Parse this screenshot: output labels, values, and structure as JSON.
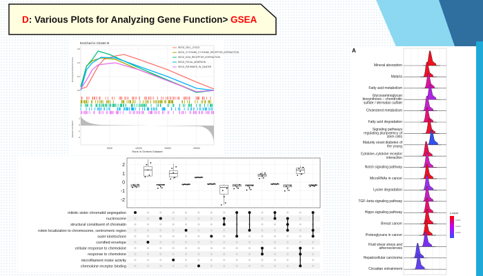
{
  "slide": {
    "title_prefix": "D",
    "title_main": ": Various Plots for Analyzing Gene Function> ",
    "title_highlight": "GSEA",
    "accent_color": "#ff0000"
  },
  "chart_data": [
    {
      "type": "line",
      "title": "Enriched in Cluster B",
      "xlabel": "Rank in Ordered Dataset",
      "ylabel": "Running Enrichment Score",
      "ylabel2": "Ranked List Metric",
      "xlim": [
        0,
        23000
      ],
      "ylim": [
        -0.05,
        0.6
      ],
      "xticks": [
        "5000",
        "10000",
        "15000",
        "20000"
      ],
      "yticks": [
        "0.6",
        "0.4",
        "0.2",
        "0.0"
      ],
      "yticks2": [
        "1",
        "0",
        "-1",
        "-2"
      ],
      "series": [
        {
          "name": "KEGG_CELL_CYCLE",
          "color": "#F8766D",
          "x": [
            0,
            1000,
            2000,
            3000,
            4000,
            6000,
            7500,
            10000,
            15000,
            20000,
            23000
          ],
          "y": [
            0.02,
            0.05,
            0.2,
            0.35,
            0.45,
            0.5,
            0.52,
            0.45,
            0.3,
            0.12,
            0.02
          ]
        },
        {
          "name": "KEGG_CYTOKINE_CYTOKINE_RECEPTOR_INTERACTION",
          "color": "#A3A500",
          "x": [
            0,
            1000,
            2000,
            3500,
            6000,
            10000,
            15000,
            20000,
            23000
          ],
          "y": [
            0.05,
            0.35,
            0.43,
            0.47,
            0.45,
            0.3,
            0.15,
            -0.02,
            0
          ]
        },
        {
          "name": "KEGG_ECM_RECEPTOR_INTERACTION",
          "color": "#00BF7D",
          "x": [
            0,
            1000,
            2000,
            3000,
            5000,
            10000,
            15000,
            20000,
            23000
          ],
          "y": [
            0.05,
            0.35,
            0.45,
            0.57,
            0.52,
            0.33,
            0.15,
            -0.03,
            0
          ]
        },
        {
          "name": "KEGG_FOCAL_ADHESION",
          "color": "#00B0F6",
          "x": [
            0,
            1000,
            2000,
            3500,
            6000,
            10000,
            15000,
            20000,
            23000
          ],
          "y": [
            0,
            0.3,
            0.4,
            0.48,
            0.47,
            0.35,
            0.2,
            0.03,
            0
          ]
        },
        {
          "name": "KEGG_PATHWAYS_IN_CANCER",
          "color": "#E76BF3",
          "x": [
            0,
            1000,
            2000,
            3000,
            6000,
            10000,
            15000,
            20000,
            23000
          ],
          "y": [
            0.02,
            0.15,
            0.3,
            0.37,
            0.4,
            0.3,
            0.14,
            -0.02,
            0
          ]
        }
      ]
    },
    {
      "type": "box",
      "yticks": [
        "2",
        "1",
        "0",
        "-1",
        "-2"
      ],
      "ylim": [
        -2.8,
        2.6
      ],
      "sets": [
        "mitotic sister chromatid segregation",
        "nucleosome",
        "structural constituent of chromatin",
        "rotein localization to chromosome, centromeric region",
        "outer kinetochore",
        "cornified envelope",
        "cellular response to chemokine",
        "response to chemokine",
        "microfilament motor activity",
        "chemokine receptor binding"
      ],
      "columns": [
        {
          "members": [
            0
          ],
          "q1": -0.55,
          "median": -0.4,
          "q3": -0.25,
          "min": -0.6,
          "max": -0.2
        },
        {
          "members": [
            5
          ],
          "q1": 0.7,
          "median": 1.4,
          "q3": 1.8,
          "min": 0.6,
          "max": 2.6
        },
        {
          "members": [
            1
          ],
          "q1": -0.35,
          "median": -0.3,
          "q3": -0.25,
          "min": -0.7,
          "max": -0.2
        },
        {
          "members": [
            8
          ],
          "q1": 0.6,
          "median": 1.0,
          "q3": 1.3,
          "min": 0.35,
          "max": 2.1
        },
        {
          "members": [
            3
          ],
          "q1": -0.28,
          "median": -0.25,
          "q3": -0.22,
          "min": -0.3,
          "max": -0.2
        },
        {
          "members": [
            9
          ],
          "q1": 0.52,
          "median": 0.55,
          "q3": 0.58,
          "min": 0.5,
          "max": 0.6
        },
        {
          "members": [
            4
          ],
          "q1": -0.22,
          "median": -0.2,
          "q3": -0.18,
          "min": -0.25,
          "max": -0.15
        },
        {
          "members": [
            1,
            2
          ],
          "q1": -1.35,
          "median": -0.6,
          "q3": -0.35,
          "min": -2.6,
          "max": -0.25
        },
        {
          "members": [
            0,
            4
          ],
          "q1": -0.5,
          "median": -0.35,
          "q3": -0.25,
          "min": -0.75,
          "max": -0.2
        },
        {
          "members": [
            0,
            3
          ],
          "q1": -0.42,
          "median": -0.35,
          "q3": -0.3,
          "min": -0.9,
          "max": -0.25
        },
        {
          "members": [
            6,
            7
          ],
          "q1": 0.65,
          "median": 0.8,
          "q3": 0.9,
          "min": 0.4,
          "max": 1.2
        },
        {
          "members": [
            0,
            1
          ],
          "q1": -0.22,
          "median": -0.2,
          "q3": -0.18,
          "min": -0.25,
          "max": -0.15
        },
        {
          "members": [
            1,
            2,
            3
          ],
          "q1": -0.55,
          "median": -0.4,
          "q3": -0.3,
          "min": -1.0,
          "max": -0.25
        },
        {
          "members": [
            6,
            7,
            9
          ],
          "q1": 1.0,
          "median": 1.4,
          "q3": 1.6,
          "min": 0.8,
          "max": 1.9
        },
        {
          "members": [
            0,
            3,
            4
          ],
          "q1": -0.4,
          "median": -0.35,
          "q3": -0.3,
          "min": -0.5,
          "max": -0.25
        }
      ]
    },
    {
      "type": "ridge",
      "panel_label": "A",
      "legend_title": "p.adjust",
      "legend_ticks": [
        "0.001",
        "0.002",
        "0.003"
      ],
      "pathways": [
        {
          "name": "Mineral absorption",
          "color": "#f01020",
          "peak": 0.62
        },
        {
          "name": "Malaria",
          "color": "#f01028",
          "peak": 0.55
        },
        {
          "name": "Fatty acid metabolism",
          "color": "#e010a0",
          "peak": 0.58
        },
        {
          "name": "Glycosaminoglycan biosynthesis – chondroitin sulfate / dermatan sulfate",
          "color": "#b020e8",
          "peak": 0.62
        },
        {
          "name": "Cholesterol metabolism",
          "color": "#c820d0",
          "peak": 0.55
        },
        {
          "name": "Fatty acid degradation",
          "color": "#e8107a",
          "peak": 0.55
        },
        {
          "name": "Signaling pathways regulating pluripotency of stem cells",
          "color": "#f01030",
          "peak": 0.6
        },
        {
          "name": "Maturity onset diabetes of the young",
          "color": "#3050f0",
          "peak": 0.66
        },
        {
          "name": "Cytokine–cytokine receptor interaction",
          "color": "#e81050",
          "peak": 0.53
        },
        {
          "name": "Notch signaling pathway",
          "color": "#d020c0",
          "peak": 0.55
        },
        {
          "name": "MicroRNAs in cancer",
          "color": "#f01020",
          "peak": 0.55
        },
        {
          "name": "Lysine degradation",
          "color": "#9a30f0",
          "peak": 0.55
        },
        {
          "name": "TGF–beta signaling pathway",
          "color": "#c820c0",
          "peak": 0.55
        },
        {
          "name": "Hippo signaling pathway",
          "color": "#e81070",
          "peak": 0.55
        },
        {
          "name": "Breast cancer",
          "color": "#f01030",
          "peak": 0.55
        },
        {
          "name": "Proteoglycans in cancer",
          "color": "#f01020",
          "peak": 0.53
        },
        {
          "name": "Fluid shear stress and atherosclerosis",
          "color": "#7a30f0",
          "peak": 0.52
        },
        {
          "name": "Hepatocellular carcinoma",
          "color": "#5a40f0",
          "peak": 0.33
        },
        {
          "name": "Circadian entrainment",
          "color": "#6040f0",
          "peak": 0.35
        }
      ]
    }
  ]
}
